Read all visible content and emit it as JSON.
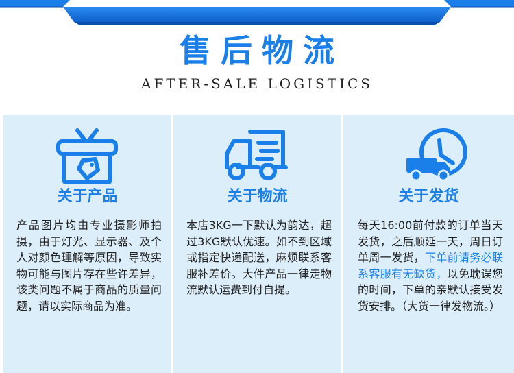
{
  "header": {
    "title_cn": "售后物流",
    "title_en": "AFTER-SALE LOGISTICS"
  },
  "colors": {
    "accent": "#1a7fe8",
    "card_bg": "#ddeefb",
    "text": "#222222"
  },
  "cards": [
    {
      "icon": "gift-box-tag-icon",
      "title": "关于产品",
      "text": "产品图片均由专业摄影师拍摄，由于灯光、显示器、及个人对颜色理解等原因，导致实物可能与图片存在些许差异，该类问题不属于商品的质量问题，请以实际商品为准。"
    },
    {
      "icon": "delivery-truck-icon",
      "title": "关于物流",
      "text": "本店3KG一下默认为韵达，超过3KG默认优速。如不到区域或指定快递配送，麻烦联系客服补差价。大件产品一律走物流默认运费到付自提。"
    },
    {
      "icon": "clock-truck-icon",
      "title": "关于发货",
      "text_before": "每天16:00前付款的订单当天发货，之后顺延一天，周日订单周一发货，",
      "text_highlight": "下单前请务必联系客服有无缺货，",
      "text_after": "以免耽误您的时间，下单的亲默认接受发货安排。（大货一律发物流。）"
    }
  ]
}
